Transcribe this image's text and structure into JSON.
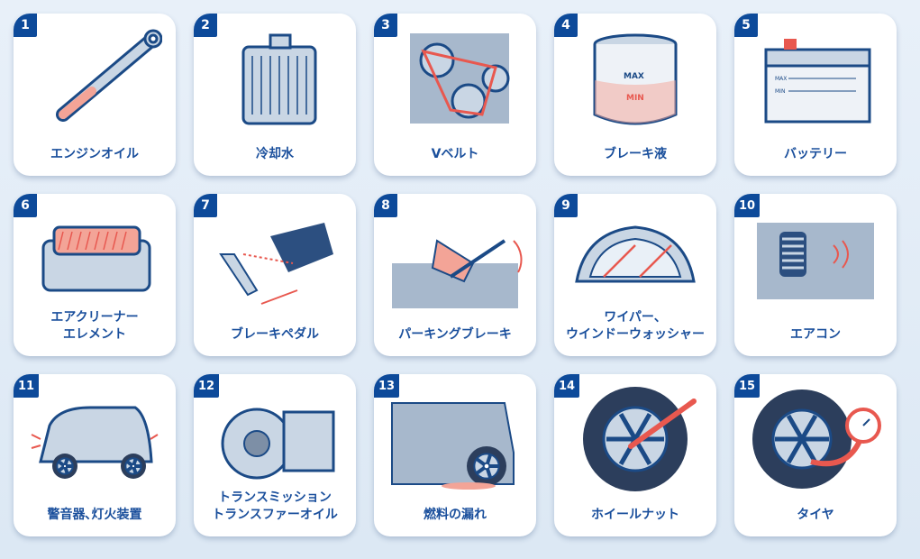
{
  "colors": {
    "badge": "#0d4a9a",
    "label": "#1a4f9c",
    "accent": "#e8584f",
    "outline": "#1b4a86",
    "fill": "#c9d6e4"
  },
  "items": [
    {
      "number": "1",
      "label": "エンジンオイル",
      "icon": "dipstick-icon"
    },
    {
      "number": "2",
      "label": "冷却水",
      "icon": "radiator-icon"
    },
    {
      "number": "3",
      "label": "Vベルト",
      "icon": "v-belt-icon"
    },
    {
      "number": "4",
      "label": "ブレーキ液",
      "icon": "brake-fluid-reservoir-icon",
      "marks": [
        "MAX",
        "MIN"
      ]
    },
    {
      "number": "5",
      "label": "バッテリー",
      "icon": "battery-icon",
      "marks": [
        "MAX",
        "MIN"
      ]
    },
    {
      "number": "6",
      "label": "エアクリーナー\nエレメント",
      "icon": "air-cleaner-icon"
    },
    {
      "number": "7",
      "label": "ブレーキペダル",
      "icon": "brake-pedal-icon"
    },
    {
      "number": "8",
      "label": "パーキングブレーキ",
      "icon": "parking-brake-icon"
    },
    {
      "number": "9",
      "label": "ワイパー、\nウインドーウォッシャー",
      "icon": "wiper-icon"
    },
    {
      "number": "10",
      "label": "エアコン",
      "icon": "air-conditioner-icon"
    },
    {
      "number": "11",
      "label": "警音器､灯火装置",
      "icon": "car-lights-icon"
    },
    {
      "number": "12",
      "label": "トランスミッション\nトランスファーオイル",
      "icon": "transmission-icon"
    },
    {
      "number": "13",
      "label": "燃料の漏れ",
      "icon": "fuel-leak-icon"
    },
    {
      "number": "14",
      "label": "ホイールナット",
      "icon": "wheel-nut-icon"
    },
    {
      "number": "15",
      "label": "タイヤ",
      "icon": "tire-pressure-icon"
    }
  ]
}
